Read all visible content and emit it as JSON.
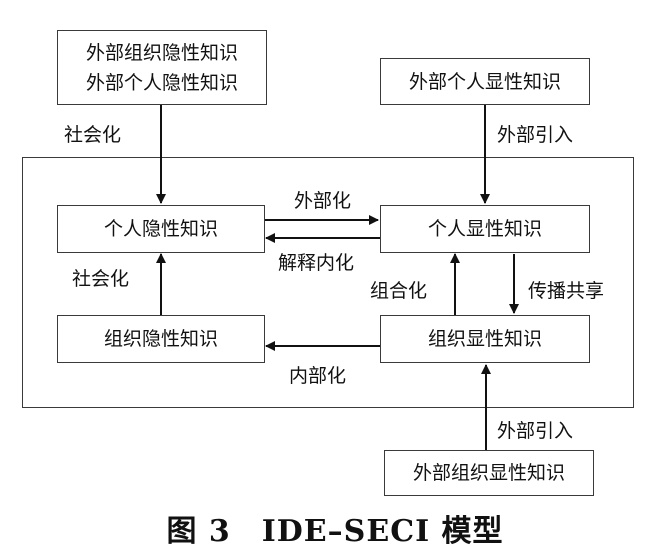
{
  "nodes": {
    "external_tacit": [
      "外部组织隐性知识",
      "外部个人隐性知识"
    ],
    "external_individual_explicit": "外部个人显性知识",
    "individual_tacit": "个人隐性知识",
    "individual_explicit": "个人显性知识",
    "org_tacit": "组织隐性知识",
    "org_explicit": "组织显性知识",
    "external_org_explicit": "外部组织显性知识"
  },
  "edges": {
    "socialization_top": "社会化",
    "import_top": "外部引入",
    "externalization": "外部化",
    "interpret_internalize": "解释内化",
    "socialization_left": "社会化",
    "combination": "组合化",
    "share": "传播共享",
    "internalization": "内部化",
    "import_bottom": "外部引入"
  },
  "caption": "图 3　IDE–SECI 模型"
}
